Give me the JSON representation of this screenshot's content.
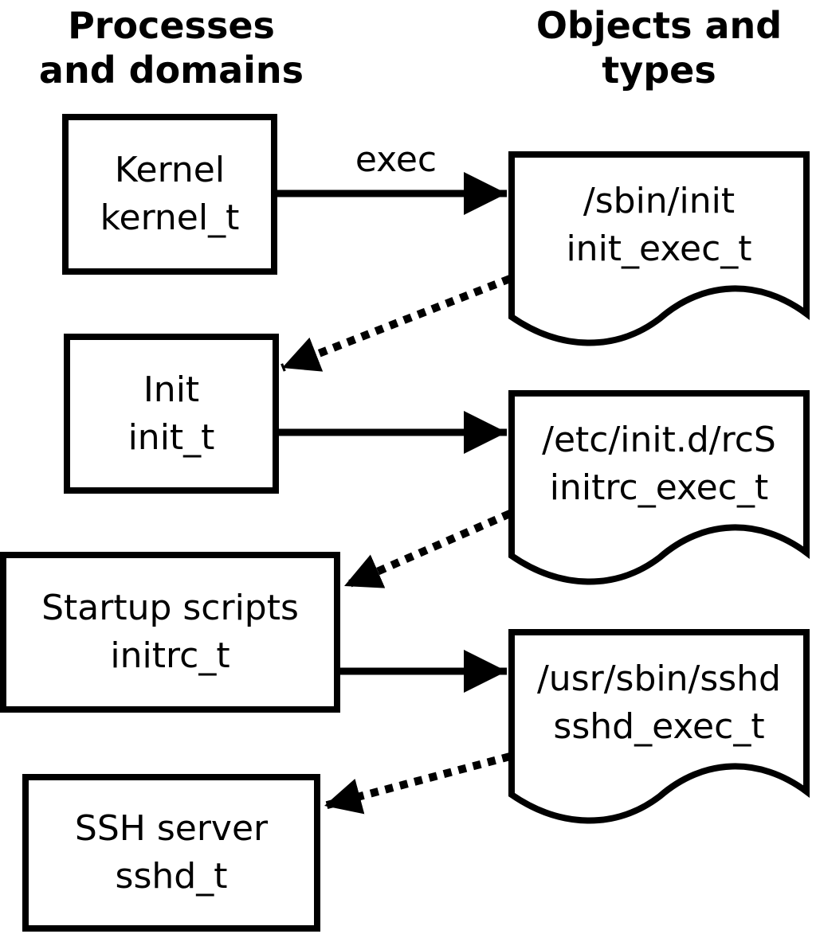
{
  "headings": {
    "processes": {
      "line1": "Processes",
      "line2": "and domains"
    },
    "objects": {
      "line1": "Objects and",
      "line2": "types"
    }
  },
  "processes": [
    {
      "name": "Kernel",
      "type": "kernel_t"
    },
    {
      "name": "Init",
      "type": "init_t"
    },
    {
      "name": "Startup scripts",
      "type": "initrc_t"
    },
    {
      "name": "SSH server",
      "type": "sshd_t"
    }
  ],
  "objects": [
    {
      "path": "/sbin/init",
      "type": "init_exec_t"
    },
    {
      "path": "/etc/init.d/rcS",
      "type": "initrc_exec_t"
    },
    {
      "path": "/usr/sbin/sshd",
      "type": "sshd_exec_t"
    }
  ],
  "edge_labels": {
    "exec": "exec"
  },
  "edges": [
    {
      "from": "kernel_t",
      "to": "init_exec_t",
      "style": "solid",
      "label": "exec"
    },
    {
      "from": "init_exec_t",
      "to": "init_t",
      "style": "dotted",
      "label": ""
    },
    {
      "from": "init_t",
      "to": "initrc_exec_t",
      "style": "solid",
      "label": ""
    },
    {
      "from": "initrc_exec_t",
      "to": "initrc_t",
      "style": "dotted",
      "label": ""
    },
    {
      "from": "initrc_t",
      "to": "sshd_exec_t",
      "style": "solid",
      "label": ""
    },
    {
      "from": "sshd_exec_t",
      "to": "sshd_t",
      "style": "dotted",
      "label": ""
    }
  ],
  "colors": {
    "ink": "#000000",
    "background": "#ffffff"
  }
}
